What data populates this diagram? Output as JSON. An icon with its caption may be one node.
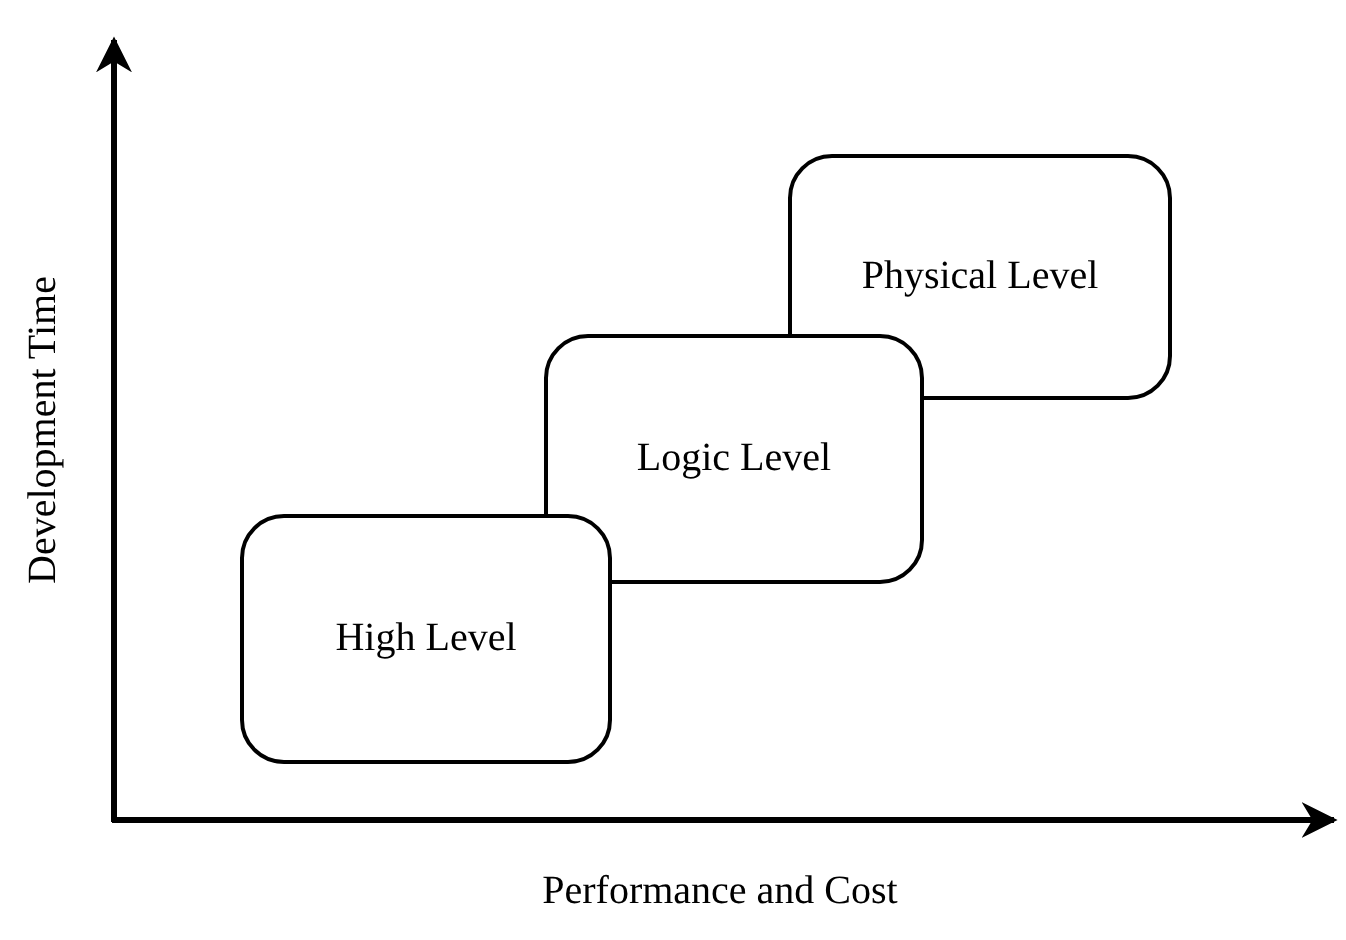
{
  "diagram": {
    "nodes": [
      {
        "text": [
          "High Level"
        ]
      },
      {
        "text": [
          "Logic Level"
        ]
      },
      {
        "text": [
          "Physical Level"
        ]
      }
    ],
    "labels": [
      "Development Time",
      "Performance and Cost"
    ]
  }
}
